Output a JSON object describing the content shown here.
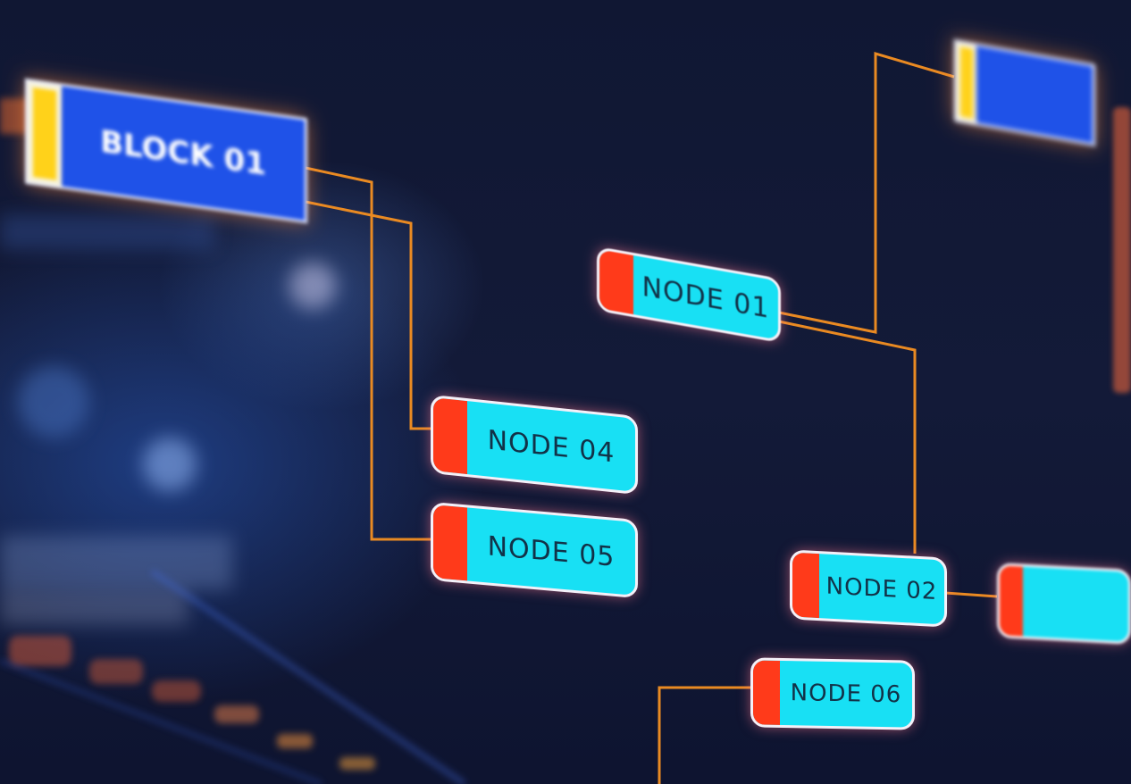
{
  "nodes": {
    "node01": {
      "label": "NODE 01"
    },
    "node02": {
      "label": "NODE 02"
    },
    "node04": {
      "label": "NODE 04"
    },
    "node05": {
      "label": "NODE 05"
    },
    "node06": {
      "label": "NODE 06"
    },
    "node_right_blurred": {
      "label": ""
    }
  },
  "blocks": {
    "block01": {
      "label": "BLOCK 01"
    },
    "block_top_right": {
      "label": ""
    }
  },
  "colors": {
    "background": "#0f1630",
    "node_fill": "#18e0f4",
    "node_tab": "#ff3a1a",
    "block_fill": "#1f52e8",
    "block_tab": "#ffd21a",
    "connector": "#e98a22"
  }
}
